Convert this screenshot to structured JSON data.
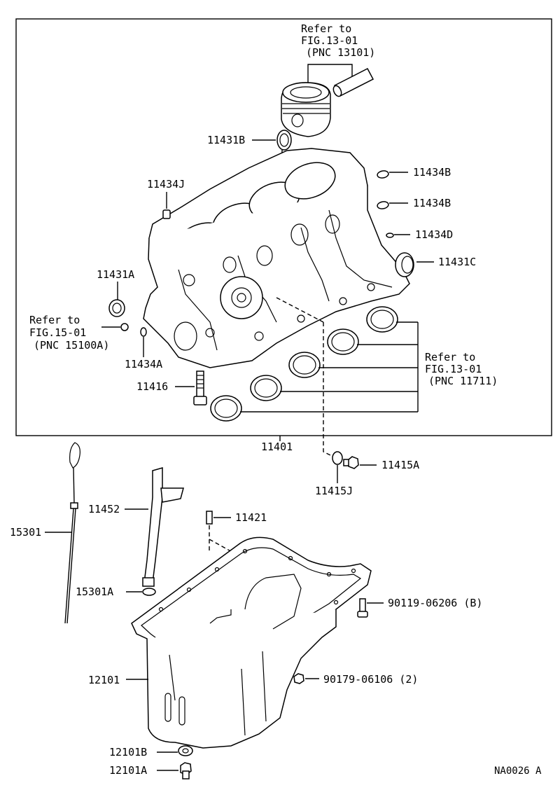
{
  "diagram_code": "NA0026 A",
  "refs": {
    "piston": [
      "Refer to",
      "FIG.13-01",
      "(PNC 13101)"
    ],
    "pump": [
      "Refer to",
      "FIG.15-01",
      "(PNC 15100A)"
    ],
    "bearings": [
      "Refer to",
      "FIG.13-01",
      "(PNC 11711)"
    ]
  },
  "parts": {
    "p11431B": "11431B",
    "p11434B_1": "11434B",
    "p11434B_2": "11434B",
    "p11434J": "11434J",
    "p11434D": "11434D",
    "p11431C": "11431C",
    "p11431A": "11431A",
    "p11434A": "11434A",
    "p11416": "11416",
    "p11401": "11401",
    "p11415A": "11415A",
    "p11415J": "11415J",
    "p11452": "11452",
    "p11421": "11421",
    "p15301": "15301",
    "p15301A": "15301A",
    "p90119": "90119-06206 (B)",
    "p12101": "12101",
    "p90179": "90179-06106 (2)",
    "p12101B": "12101B",
    "p12101A": "12101A"
  }
}
